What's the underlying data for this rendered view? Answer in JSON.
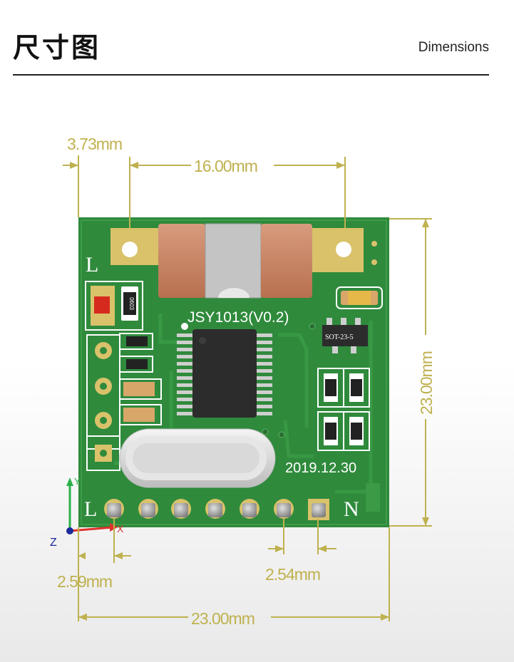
{
  "header": {
    "title_cn": "尺寸图",
    "title_en": "Dimensions"
  },
  "dimensions": {
    "offset_left": "3.73mm",
    "pad_spacing": "16.00mm",
    "height": "23.00mm",
    "width": "23.00mm",
    "pin_offset": "2.59mm",
    "pin_pitch": "2.54mm"
  },
  "board": {
    "model": "JSY1013(V0.2)",
    "date": "2019.12.30",
    "pin_label_left": "L",
    "pin_label_right": "N",
    "top_label": "L",
    "sot_label": "SOT-23-5",
    "resistor_code": "0603",
    "axis_y": "Y",
    "axis_z": "Z",
    "axis_x": "X"
  },
  "colors": {
    "pcb": "#2f8a3c",
    "dimension": "#bfb14f",
    "silkscreen": "#ffffff",
    "pad": "#d9c26a"
  }
}
